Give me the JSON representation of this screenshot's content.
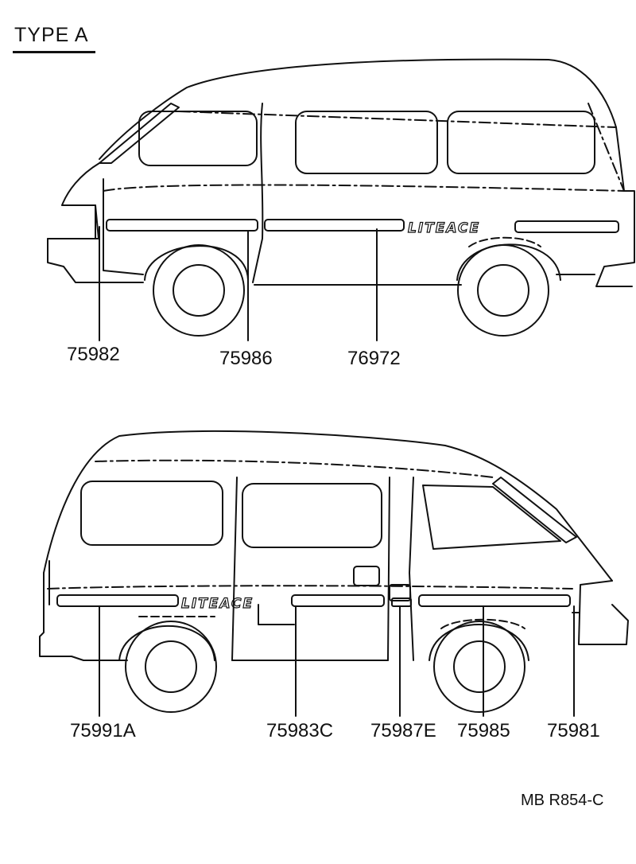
{
  "title": "TYPE A",
  "badge_text": "LITEACE",
  "top_view": {
    "part_numbers": [
      "75982",
      "75986",
      "76972"
    ]
  },
  "bottom_view": {
    "part_numbers": [
      "75991A",
      "75983C",
      "75987E",
      "75985",
      "75981"
    ]
  },
  "diagram_code": "MB  R854-C"
}
